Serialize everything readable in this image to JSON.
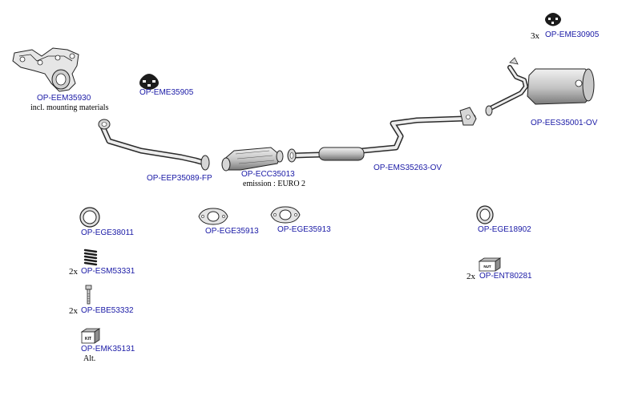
{
  "colors": {
    "link": "#1a1aa6",
    "line": "#222222",
    "fill_light": "#d9d9d9",
    "fill_mid": "#bdbdbd"
  },
  "parts": [
    {
      "id": "manifold",
      "code": "OP-EEM35930",
      "note": "incl. mounting materials",
      "icon": "exhaust-manifold-icon"
    },
    {
      "id": "hanger-front",
      "code": "OP-EME35905",
      "icon": "rubber-hanger-icon"
    },
    {
      "id": "front-pipe",
      "code": "OP-EEP35089-FP",
      "icon": "front-pipe-icon"
    },
    {
      "id": "catalyst",
      "code": "OP-ECC35013",
      "note": "emission : EURO 2",
      "icon": "catalytic-converter-icon"
    },
    {
      "id": "middle-silencer",
      "code": "OP-EMS35263-OV",
      "icon": "middle-silencer-icon"
    },
    {
      "id": "rear-silencer",
      "code": "OP-EES35001-OV",
      "icon": "rear-silencer-icon"
    },
    {
      "id": "hanger-rear",
      "code": "OP-EME30905",
      "qty": "3x",
      "icon": "rubber-hanger-icon"
    },
    {
      "id": "gasket-ring-1",
      "code": "OP-EGE38011",
      "icon": "ring-gasket-icon"
    },
    {
      "id": "flange-gasket-1",
      "code": "OP-EGE35913",
      "icon": "flange-gasket-icon"
    },
    {
      "id": "flange-gasket-2",
      "code": "OP-EGE35913",
      "icon": "flange-gasket-icon"
    },
    {
      "id": "gasket-ring-2",
      "code": "OP-EGE18902",
      "icon": "ring-gasket-icon"
    },
    {
      "id": "spring",
      "code": "OP-ESM53331",
      "qty": "2x",
      "icon": "spring-icon"
    },
    {
      "id": "bolt",
      "code": "OP-EBE53332",
      "qty": "2x",
      "icon": "bolt-icon"
    },
    {
      "id": "kit",
      "code": "OP-EMK35131",
      "note": "Alt.",
      "icon": "mounting-kit-icon",
      "badge": "KIT"
    },
    {
      "id": "nut",
      "code": "OP-ENT80281",
      "qty": "2x",
      "icon": "nut-box-icon",
      "badge": "NUT"
    }
  ]
}
